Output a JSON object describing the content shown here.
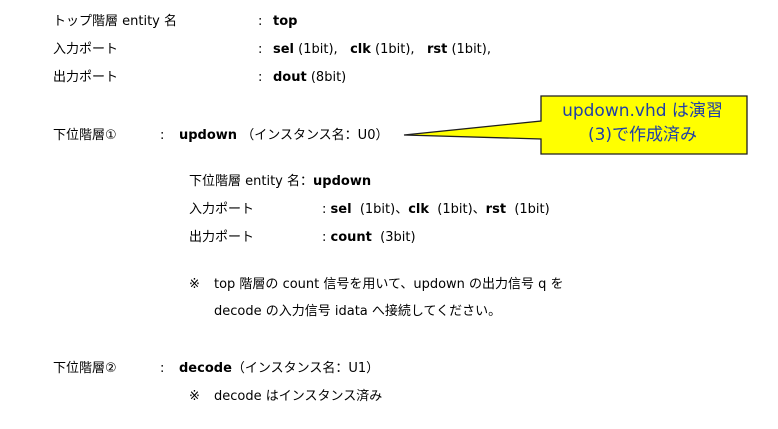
{
  "top": {
    "entity_label": "トップ階層 entity 名",
    "entity_value": "top",
    "input_label": "入力ポート",
    "inputs": [
      {
        "name": "sel",
        "width": "(1bit),"
      },
      {
        "name": "clk",
        "width": "(1bit),"
      },
      {
        "name": "rst",
        "width": "(1bit),"
      }
    ],
    "output_label": "出力ポート",
    "output": {
      "name": "dout",
      "width": "(8bit)"
    }
  },
  "colon": ":",
  "sub1": {
    "heading": "下位階層①",
    "name": "updown",
    "instance": "（インスタンス名：U0）",
    "entity_label": "下位階層 entity 名：",
    "entity_value": "updown",
    "input_label": "入力ポート",
    "inputs": [
      {
        "name": "sel",
        "width": "(1bit)、"
      },
      {
        "name": "clk",
        "width": "(1bit)、"
      },
      {
        "name": "rst",
        "width": "(1bit)"
      }
    ],
    "output_label": "出力ポート",
    "output": {
      "name": "count",
      "width": "(3bit)"
    },
    "note_mark": "※",
    "note_line1": "top 階層の count 信号を用いて、updown の出力信号 q を",
    "note_line2": "decode の入力信号 idata へ接続してください。"
  },
  "sub2": {
    "heading": "下位階層②",
    "name": "decode",
    "instance": "（インスタンス名：U1）",
    "note_mark": "※",
    "note": "decode はインスタンス済み"
  },
  "callout": {
    "line1": "updown.vhd は演習",
    "line2": "(3)で作成済み",
    "fill": "#ffff00",
    "stroke": "#1f1f1f",
    "text_color": "#1f3fa8"
  }
}
